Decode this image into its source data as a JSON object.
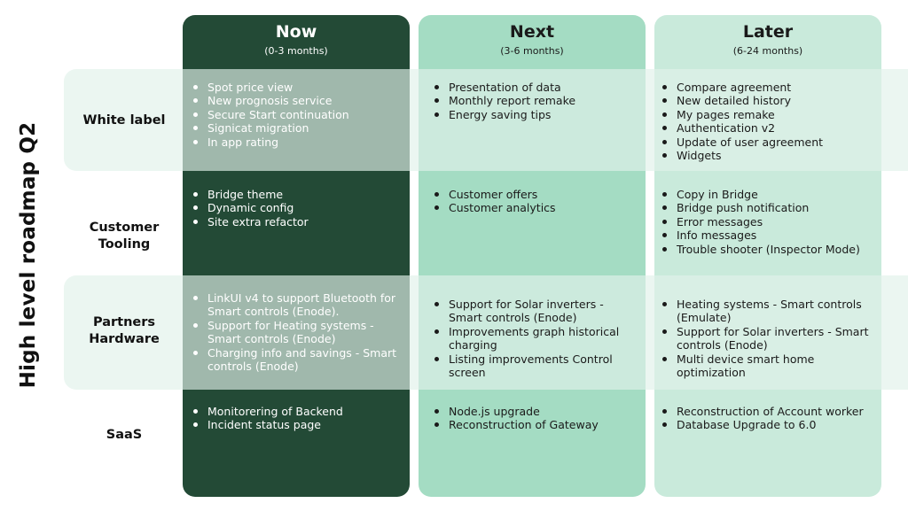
{
  "title": "High level roadmap Q2",
  "columns": [
    {
      "label": "Now",
      "sub": "(0-3 months)"
    },
    {
      "label": "Next",
      "sub": "(3-6 months)"
    },
    {
      "label": "Later",
      "sub": "(6-24 months)"
    }
  ],
  "rows": [
    {
      "label": "White label",
      "label_lines": [
        "White label"
      ]
    },
    {
      "label": "Customer Tooling",
      "label_lines": [
        "Customer",
        "Tooling"
      ]
    },
    {
      "label": "Partners Hardware",
      "label_lines": [
        "Partners",
        "Hardware"
      ]
    },
    {
      "label": "SaaS",
      "label_lines": [
        "SaaS"
      ]
    }
  ],
  "cells": {
    "white_label": {
      "now": [
        "Spot price view",
        "New prognosis service",
        "Secure Start continuation",
        "Signicat migration",
        "In app rating"
      ],
      "next": [
        "Presentation of data",
        "Monthly report remake",
        "Energy saving tips"
      ],
      "later": [
        "Compare agreement",
        "New detailed history",
        "My pages remake",
        "Authentication v2",
        "Update of user agreement",
        "Widgets"
      ]
    },
    "customer_tooling": {
      "now": [
        "Bridge theme",
        "Dynamic config",
        "Site extra refactor"
      ],
      "next": [
        "Customer offers",
        "Customer analytics"
      ],
      "later": [
        "Copy in Bridge",
        "Bridge push notification",
        "Error messages",
        "Info messages",
        "Trouble shooter (Inspector Mode)"
      ]
    },
    "partners_hardware": {
      "now": [
        "LinkUI v4 to support Bluetooth for Smart controls (Enode).",
        "Support for Heating systems - Smart controls (Enode)",
        "Charging info and savings - Smart controls (Enode)"
      ],
      "next": [
        "Support for Solar inverters - Smart controls (Enode)",
        "Improvements graph historical charging",
        "Listing improvements Control screen"
      ],
      "later": [
        "Heating systems - Smart controls (Emulate)",
        "Support for Solar inverters - Smart controls (Enode)",
        "Multi device smart home optimization"
      ]
    },
    "saas": {
      "now": [
        "Monitorering of Backend",
        "Incident status page"
      ],
      "next": [
        "Node.js upgrade",
        "Reconstruction of Gateway"
      ],
      "later": [
        "Reconstruction of Account worker",
        "Database Upgrade to 6.0"
      ]
    }
  },
  "colors": {
    "now_bg": "#234a36",
    "next_bg": "#a4dcc3",
    "later_bg": "#c9eadb",
    "band": "#e0f2ea"
  }
}
